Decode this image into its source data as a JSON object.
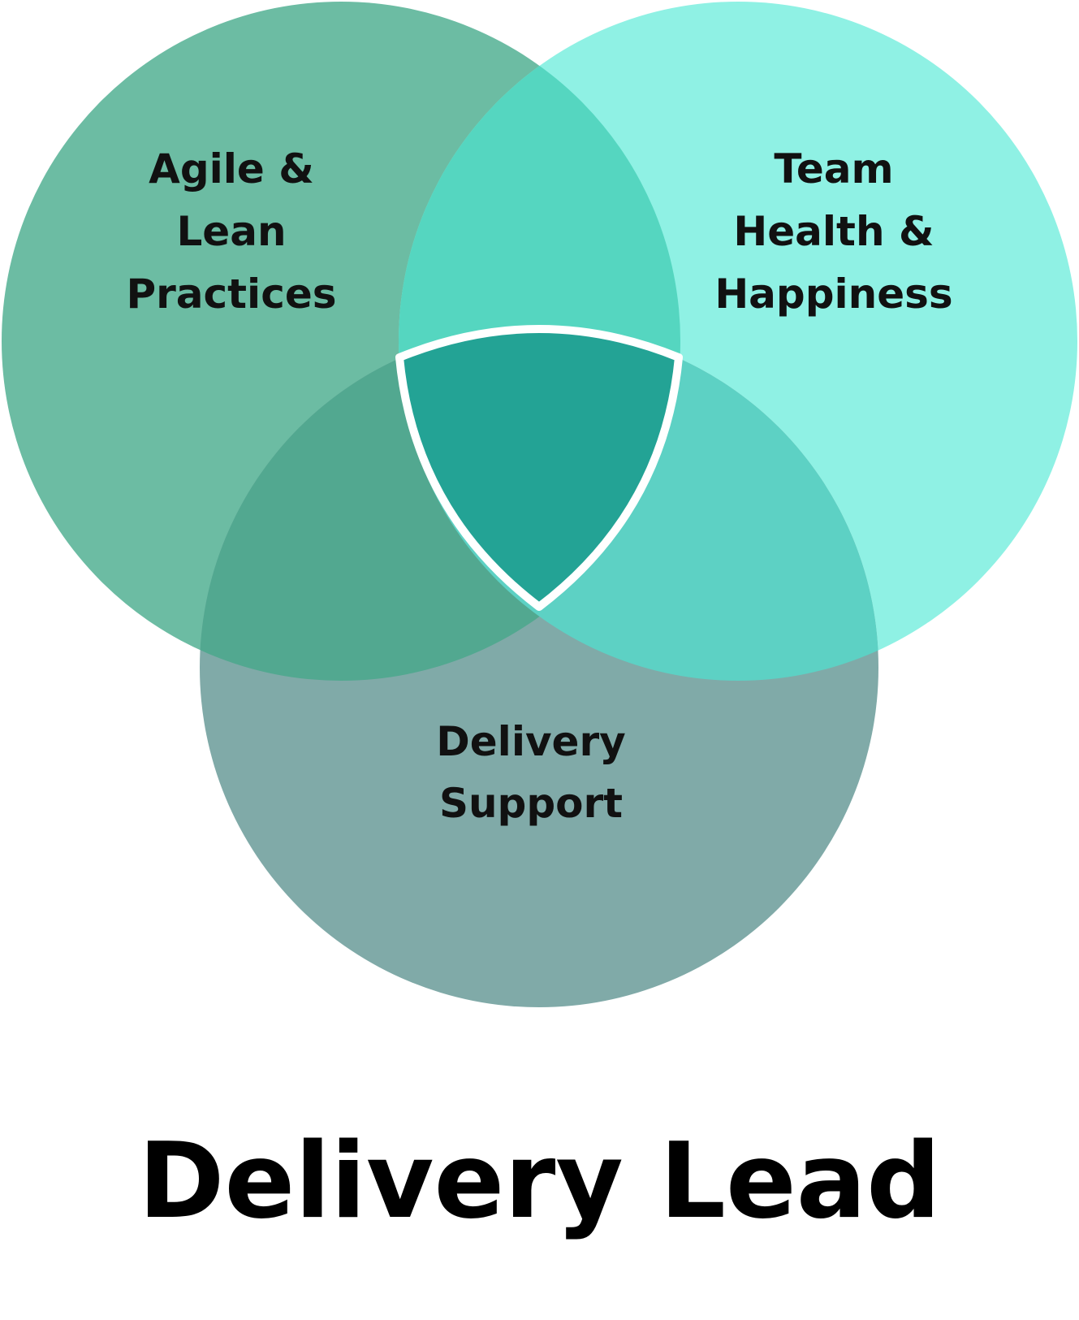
{
  "title": "Delivery Lead",
  "circles": {
    "agile": {
      "lines": [
        "Agile &",
        "Lean",
        "Practices"
      ],
      "color": "#6cbca3"
    },
    "team": {
      "lines": [
        "Team",
        "Health &",
        "Happiness"
      ],
      "color": "#8ff1e4"
    },
    "delivery": {
      "lines": [
        "Delivery",
        "Support"
      ],
      "color": "#80aaa8"
    }
  },
  "overlap_colors": {
    "agile_team": "#55d6c0",
    "agile_delivery": "#52a890",
    "team_delivery": "#5dd1c4",
    "center": "#23a395",
    "center_outline": "#ffffff"
  }
}
